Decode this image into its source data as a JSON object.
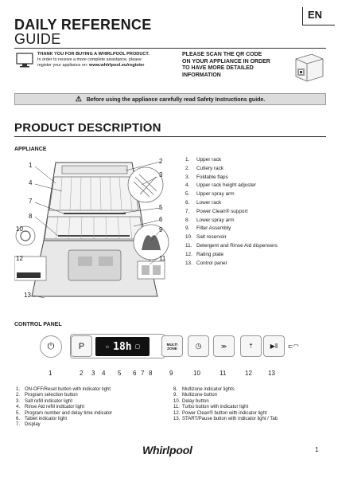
{
  "header": {
    "title_line1": "DAILY REFERENCE",
    "title_line2": "GUIDE",
    "language": "EN"
  },
  "intro": {
    "thanks_title": "THANK YOU FOR BUYING A WHIRLPOOL PRODUCT.",
    "thanks_line1": "In order to receive a more complete assistance, please",
    "thanks_line2_prefix": "register your appliance on: ",
    "thanks_url": "www.whirlpool.eu/register",
    "qr_line1": "PLEASE SCAN THE QR CODE",
    "qr_line2": "ON YOUR APPLIANCE IN ORDER",
    "qr_line3": "TO HAVE MORE DETAILED",
    "qr_line4": "INFORMATION"
  },
  "safety_notice": "Before using the appliance carefully read Safety Instructions guide.",
  "product_description": {
    "heading": "PRODUCT DESCRIPTION",
    "appliance_heading": "APPLIANCE",
    "callouts": [
      "1",
      "2",
      "3",
      "4",
      "5",
      "6",
      "7",
      "8",
      "9",
      "10",
      "11",
      "12",
      "13"
    ],
    "legend": [
      {
        "n": "1.",
        "label": "Upper rack"
      },
      {
        "n": "2.",
        "label": "Cutlery rack"
      },
      {
        "n": "3.",
        "label": "Foldable flaps"
      },
      {
        "n": "4.",
        "label": "Upper rack height adjuster"
      },
      {
        "n": "5.",
        "label": "Upper spray arm"
      },
      {
        "n": "6.",
        "label": "Lower rack"
      },
      {
        "n": "7.",
        "label": "Power Clean® support"
      },
      {
        "n": "8.",
        "label": "Lower spray arm"
      },
      {
        "n": "9.",
        "label": "Filter Assembly"
      },
      {
        "n": "10.",
        "label": "Salt reservoir"
      },
      {
        "n": "11.",
        "label": "Detergent and Rinse Aid dispensers"
      },
      {
        "n": "12.",
        "label": "Rating plate"
      },
      {
        "n": "13.",
        "label": "Control panel"
      }
    ]
  },
  "control_panel": {
    "heading": "CONTROL PANEL",
    "p_label": "P",
    "display_digits": "18h",
    "multizone_label": "MULTI ZONE",
    "callouts": [
      "1",
      "2",
      "3",
      "4",
      "5",
      "6",
      "7",
      "8",
      "9",
      "10",
      "11",
      "12",
      "13"
    ],
    "legend_left": [
      {
        "n": "1.",
        "label": "ON-OFF/Reset button with indicator light"
      },
      {
        "n": "2.",
        "label": "Program selection button"
      },
      {
        "n": "3.",
        "label": "Salt refill indicator light"
      },
      {
        "n": "4.",
        "label": "Rinse Aid refill indicator light"
      },
      {
        "n": "5.",
        "label": "Program number and delay time indicator"
      },
      {
        "n": "6.",
        "label": "Tablet indicator light"
      },
      {
        "n": "7.",
        "label": "Display"
      }
    ],
    "legend_right": [
      {
        "n": "8.",
        "label": "Multizone indicator lights"
      },
      {
        "n": "9.",
        "label": "Multizone button"
      },
      {
        "n": "10.",
        "label": "Delay button"
      },
      {
        "n": "11.",
        "label": "Turbo button with indicator light"
      },
      {
        "n": "12.",
        "label": "Power Clean® button with indicator light"
      },
      {
        "n": "13.",
        "label": "START/Pause button with indicator light / Tab"
      }
    ]
  },
  "footer": {
    "brand": "Whirlpool",
    "page_number": "1"
  }
}
